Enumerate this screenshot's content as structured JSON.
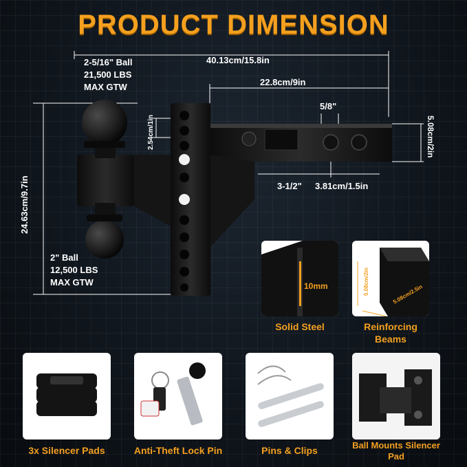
{
  "title": "PRODUCT DIMENSION",
  "dimensions": {
    "overall_length": "40.13cm/15.8in",
    "shank_length": "22.8cm/9in",
    "pin_hole": "5/8\"",
    "shank_height": "5.08cm/2in",
    "hole_spacing_vertical": "2.54cm/1in",
    "total_height": "24.63cm/9.7in",
    "hole_offset": "3-1/2\"",
    "hole_spacing": "3.81cm/1.5in"
  },
  "balls": {
    "top_label": "2-5/16\" Ball",
    "top_capacity": "21,500 LBS",
    "top_gtw": "MAX GTW",
    "bottom_label": "2\" Ball",
    "bottom_capacity": "12,500 LBS",
    "bottom_gtw": "MAX GTW"
  },
  "detail_cards": [
    {
      "caption": "Solid Steel",
      "annotation": "10mm"
    },
    {
      "caption": "Reinforcing Beams",
      "annotation_h": "5.08cm/2in",
      "annotation_w": "5.08cm/2.5in"
    }
  ],
  "accessories": [
    {
      "caption": "3x Silencer Pads"
    },
    {
      "caption": "Anti-Theft Lock Pin"
    },
    {
      "caption": "Pins & Clips"
    },
    {
      "caption": "Ball Mounts Silencer Pad"
    }
  ],
  "colors": {
    "accent": "#f4a01f",
    "background": "#0d1218",
    "metal": "#1a1a1a"
  }
}
